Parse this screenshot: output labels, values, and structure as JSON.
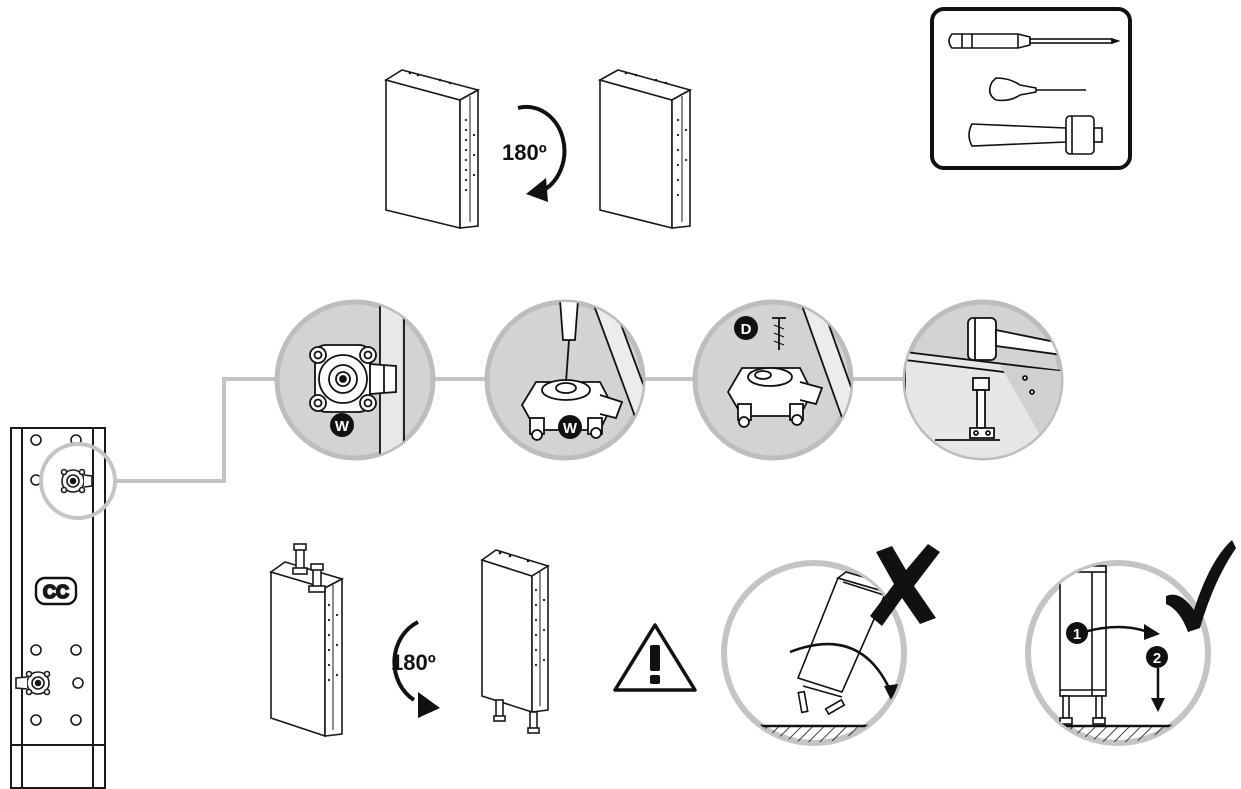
{
  "rotation_top": {
    "label": "180º"
  },
  "rotation_bottom": {
    "label": "180º"
  },
  "cabinet_side_label": "CC",
  "badges": {
    "w1": "W",
    "w2": "W",
    "d": "D",
    "step1": "1",
    "step2": "2"
  },
  "tools": [
    "screwdriver-icon",
    "awl-icon",
    "mallet-icon"
  ],
  "marks": {
    "wrong": "cross-icon",
    "right": "check-icon",
    "warning": "warning-icon"
  },
  "colors": {
    "line": "#1a1a1a",
    "circle_bg": "#d3d3d3",
    "ring": "#bdbdbd",
    "badge": "#111111"
  }
}
